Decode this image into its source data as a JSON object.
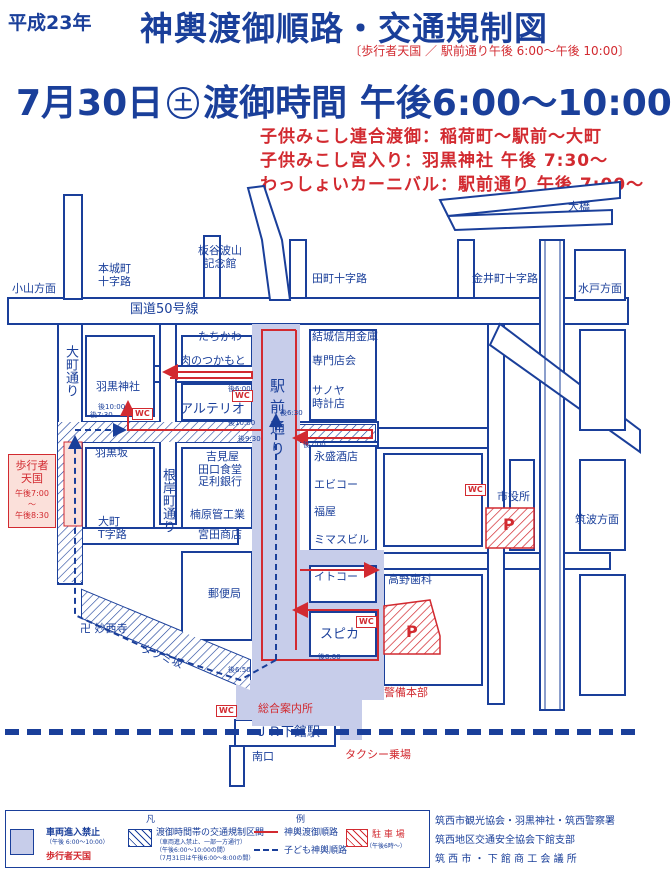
{
  "header": {
    "year": "平成23年",
    "title": "神輿渡御順路・交通規制図",
    "subtitle": "〔歩行者天国 ／ 駅前通り午後 6:00〜午後 10:00〕"
  },
  "schedule": {
    "month_day": "7月30日",
    "weekday": "土",
    "label": "渡御時間 午後6:00〜10:00"
  },
  "events": [
    "子供みこし連合渡御：稲荷町〜駅前〜大町",
    "子供みこし宮入り：羽黒神社 午後 7:30〜",
    "わっしょいカーニバル：駅前通り 午後 7:00〜"
  ],
  "map": {
    "directions": {
      "oyama": "小山方面",
      "mito": "水戸方面",
      "tsukuba": "筑波方面",
      "ohashi": "大橋"
    },
    "intersections": {
      "honjo": "本城町\n十字路",
      "tadamachi": "田町十字路",
      "kanai": "金井町十字路",
      "omachi_t": "大町\nT字路"
    },
    "roads": {
      "route50": "国道50号線",
      "omachi_st": "大町通り",
      "negishi_st": "根岸町通り",
      "ekimae_st": "駅前通り",
      "haguro_saka": "羽黒坂",
      "tatsumi_saka": "タツミ坂"
    },
    "landmarks": {
      "itakura": "板谷波山\n記念館",
      "haguro_shrine": "羽黒神社",
      "tachikawa": "たちかわ",
      "nikuno": "肉のつかもと",
      "arterio": "アルテリオ",
      "yoshimiya": "吉見屋",
      "taguchi": "田口食堂",
      "ashikaga": "足利銀行",
      "kusuhara": "楠原管工業",
      "miyata": "宮田商店",
      "post": "郵便局",
      "yuki_bank": "結城信用金庫",
      "senmon": "専門店会",
      "sanoya": "サノヤ\n時計店",
      "nagamori": "永盛酒店",
      "ebicoh": "エビコー",
      "fukuya": "福屋",
      "mimasu": "ミマスビル",
      "itoko": "イトコー",
      "takano": "高野歯科",
      "spica": "スピカ",
      "shiyakusho": "市役所",
      "myosaiji": "卍 妙西寺",
      "keibi": "警備本部",
      "info": "総合案内所",
      "station": "ＪＲ下館駅",
      "minamiguchi": "南口",
      "taxi": "タクシー乗場"
    },
    "wc_label": "WC",
    "parking_label": "P",
    "times": {
      "t1000a": "後10:00",
      "t730": "後7:30",
      "t600a": "後6:00",
      "t1000b": "後10:00",
      "t630": "後6:30",
      "t930": "後9:30",
      "t700": "後7:00",
      "t800": "後8:00",
      "t650": "後6:50"
    },
    "pedestrian": {
      "title": "歩行者\n天国",
      "time": "午後7:00\n〜\n午後8:30"
    }
  },
  "legend": {
    "heading_left": "凡",
    "heading_right": "例",
    "no_entry": "車両進入禁止",
    "no_entry_time": "（午後 6:00〜10:00）",
    "ped_heaven": "歩行者天国",
    "restricted": "渡御時間帯の交通規制区間",
    "restricted_note1": "（車両進入禁止、一部一方通行）",
    "restricted_note2": "（午後6:00〜10:00の間）",
    "restricted_note3": "（7月31日は午後6:00〜8:00の間）",
    "shrine_route": "神輿渡御順路",
    "kids_route": "子ども神輿順路",
    "parking": "駐 車 場",
    "parking_time": "（午後6時〜）"
  },
  "organizers": [
    "筑西市観光協会・羽黒神社・筑西警察署",
    "筑西地区交通安全協会下館支部",
    "筑 西 市 ・ 下 館 商 工 会 議 所"
  ],
  "colors": {
    "blue": "#1a3f9a",
    "red": "#d22a30",
    "zone": "#c7cdea"
  }
}
